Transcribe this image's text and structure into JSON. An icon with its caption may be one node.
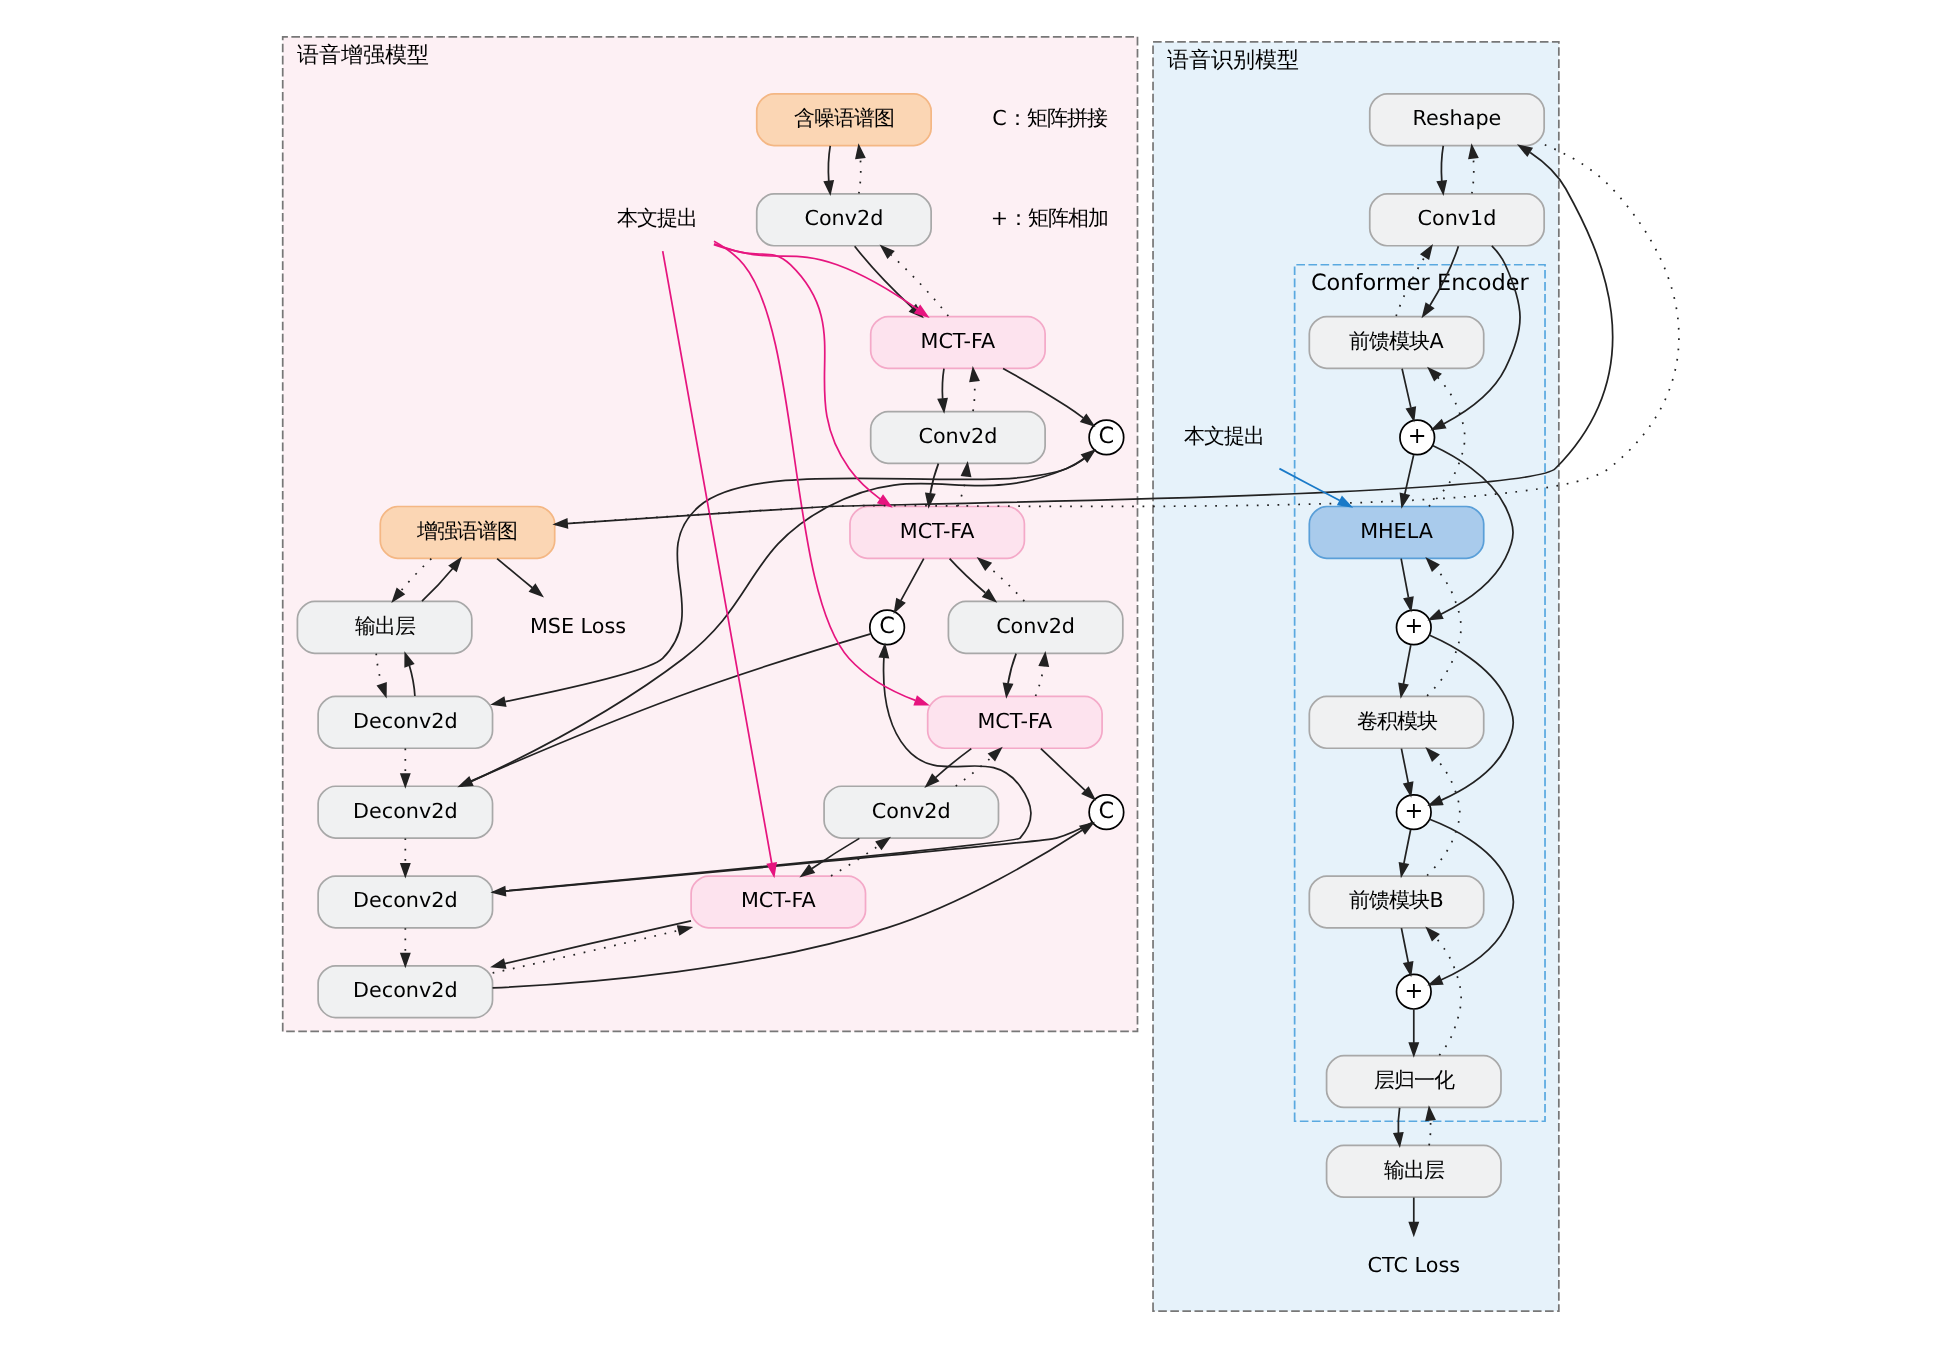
{
  "diagram": {
    "nodes": [
      {
        "text": [
          "语音增强模型"
        ]
      },
      {
        "text": [
          "语音识别模型"
        ]
      },
      {
        "text": [
          "含噪语谱图"
        ],
        "in": 0
      },
      {
        "text": [
          "Conv2d"
        ],
        "in": 0
      },
      {
        "text": [
          "MCT-FA"
        ],
        "in": 0
      },
      {
        "text": [
          "Conv2d"
        ],
        "in": 0
      },
      {
        "text": [
          "MCT-FA"
        ],
        "in": 0
      },
      {
        "text": [
          "Conv2d"
        ],
        "in": 0
      },
      {
        "text": [
          "MCT-FA"
        ],
        "in": 0
      },
      {
        "text": [
          "Conv2d"
        ],
        "in": 0
      },
      {
        "text": [
          "MCT-FA"
        ],
        "in": 0
      },
      {
        "text": [
          "增强语谱图"
        ],
        "in": 0
      },
      {
        "text": [
          "输出层"
        ],
        "in": 0
      },
      {
        "text": [
          "Deconv2d"
        ],
        "in": 0
      },
      {
        "text": [
          "C"
        ],
        "in": 0
      },
      {
        "text": [
          "Deconv2d"
        ],
        "in": 0
      },
      {
        "text": [
          "C"
        ],
        "in": 0
      },
      {
        "text": [
          "Deconv2d"
        ],
        "in": 0
      },
      {
        "text": [
          "C"
        ],
        "in": 0
      },
      {
        "text": [
          "Deconv2d"
        ],
        "in": 0
      },
      {
        "text": [
          "本文提出"
        ],
        "in": 0
      },
      {
        "text": [
          "MSE Loss"
        ],
        "in": 0
      },
      {
        "text": [
          "Reshape"
        ],
        "in": 1
      },
      {
        "text": [
          "Conv1d"
        ],
        "in": 1
      },
      {
        "text": [
          "Conformer Encoder"
        ],
        "in": 1
      },
      {
        "text": [
          "前馈模块A"
        ],
        "in": 24
      },
      {
        "text": [
          "+"
        ],
        "in": 24
      },
      {
        "text": [
          "MHELA"
        ],
        "in": 24
      },
      {
        "text": [
          "+"
        ],
        "in": 24
      },
      {
        "text": [
          "卷积模块"
        ],
        "in": 24
      },
      {
        "text": [
          "+"
        ],
        "in": 24
      },
      {
        "text": [
          "前馈模块B"
        ],
        "in": 24
      },
      {
        "text": [
          "+"
        ],
        "in": 24
      },
      {
        "text": [
          "层归一化"
        ],
        "in": 24
      },
      {
        "text": [
          "输出层"
        ],
        "in": 1
      },
      {
        "text": [
          "CTC Loss"
        ],
        "in": 1
      },
      {
        "text": [
          "本文提出"
        ],
        "in": 1
      }
    ],
    "edges": [
      {
        "from": 2,
        "to": 3,
        "arrow": "to"
      },
      {
        "from": 3,
        "to": 2,
        "arrow": "to",
        "style": "dashed"
      },
      {
        "from": 3,
        "to": 4,
        "arrow": "to"
      },
      {
        "from": 4,
        "to": 3,
        "arrow": "to",
        "style": "dashed"
      },
      {
        "from": 4,
        "to": 5,
        "arrow": "to"
      },
      {
        "from": 5,
        "to": 4,
        "arrow": "to",
        "style": "dashed"
      },
      {
        "from": 5,
        "to": 6,
        "arrow": "to"
      },
      {
        "from": 6,
        "to": 5,
        "arrow": "to",
        "style": "dashed"
      },
      {
        "from": 6,
        "to": 7,
        "arrow": "to"
      },
      {
        "from": 7,
        "to": 6,
        "arrow": "to",
        "style": "dashed"
      },
      {
        "from": 7,
        "to": 8,
        "arrow": "to"
      },
      {
        "from": 8,
        "to": 7,
        "arrow": "to",
        "style": "dashed"
      },
      {
        "from": 8,
        "to": 9,
        "arrow": "to"
      },
      {
        "from": 9,
        "to": 8,
        "arrow": "to",
        "style": "dashed"
      },
      {
        "from": 9,
        "to": 10,
        "arrow": "to"
      },
      {
        "from": 10,
        "to": 9,
        "arrow": "to",
        "style": "dashed"
      },
      {
        "from": 4,
        "to": 14,
        "arrow": "to"
      },
      {
        "from": 6,
        "to": 16,
        "arrow": "to"
      },
      {
        "from": 8,
        "to": 18,
        "arrow": "to"
      },
      {
        "from": 10,
        "to": 19,
        "arrow": "to"
      },
      {
        "from": 19,
        "to": 10,
        "arrow": "to",
        "style": "dashed"
      },
      {
        "from": 19,
        "to": 18,
        "arrow": "to"
      },
      {
        "from": 18,
        "to": 17,
        "arrow": "to"
      },
      {
        "from": 17,
        "to": 16,
        "arrow": "to"
      },
      {
        "from": 16,
        "to": 15,
        "arrow": "to"
      },
      {
        "from": 15,
        "to": 14,
        "arrow": "to"
      },
      {
        "from": 14,
        "to": 13,
        "arrow": "to"
      },
      {
        "from": 13,
        "to": 12,
        "arrow": "to"
      },
      {
        "from": 12,
        "to": 11,
        "arrow": "to"
      },
      {
        "from": 11,
        "to": 12,
        "arrow": "to",
        "style": "dashed"
      },
      {
        "from": 12,
        "to": 13,
        "arrow": "to",
        "style": "dashed"
      },
      {
        "from": 13,
        "to": 15,
        "arrow": "to",
        "style": "dashed"
      },
      {
        "from": 15,
        "to": 17,
        "arrow": "to",
        "style": "dashed"
      },
      {
        "from": 17,
        "to": 19,
        "arrow": "to",
        "style": "dashed"
      },
      {
        "from": 20,
        "to": 4,
        "arrow": "to",
        "color": "#e6157f"
      },
      {
        "from": 20,
        "to": 6,
        "arrow": "to",
        "color": "#e6157f"
      },
      {
        "from": 20,
        "to": 8,
        "arrow": "to",
        "color": "#e6157f"
      },
      {
        "from": 20,
        "to": 10,
        "arrow": "to",
        "color": "#e6157f"
      },
      {
        "from": 11,
        "to": 21,
        "arrow": "to"
      },
      {
        "from": 11,
        "to": 22,
        "arrow": "to"
      },
      {
        "from": 22,
        "to": 11,
        "arrow": "to",
        "style": "dashed"
      },
      {
        "from": 22,
        "to": 23,
        "arrow": "to"
      },
      {
        "from": 23,
        "to": 22,
        "arrow": "to",
        "style": "dashed"
      },
      {
        "from": 23,
        "to": 25,
        "arrow": "to"
      },
      {
        "from": 25,
        "to": 23,
        "arrow": "to",
        "style": "dashed"
      },
      {
        "from": 23,
        "to": 26,
        "arrow": "to"
      },
      {
        "from": 25,
        "to": 26,
        "arrow": "to"
      },
      {
        "from": 26,
        "to": 27,
        "arrow": "to"
      },
      {
        "from": 27,
        "to": 28,
        "arrow": "to"
      },
      {
        "from": 26,
        "to": 28,
        "arrow": "to"
      },
      {
        "from": 28,
        "to": 29,
        "arrow": "to"
      },
      {
        "from": 29,
        "to": 30,
        "arrow": "to"
      },
      {
        "from": 28,
        "to": 30,
        "arrow": "to"
      },
      {
        "from": 30,
        "to": 31,
        "arrow": "to"
      },
      {
        "from": 31,
        "to": 32,
        "arrow": "to"
      },
      {
        "from": 30,
        "to": 32,
        "arrow": "to"
      },
      {
        "from": 32,
        "to": 33,
        "arrow": "to"
      },
      {
        "from": 33,
        "to": 34,
        "arrow": "to"
      },
      {
        "from": 34,
        "to": 35,
        "arrow": "to"
      },
      {
        "from": 27,
        "to": 25,
        "arrow": "to",
        "style": "dashed"
      },
      {
        "from": 29,
        "to": 27,
        "arrow": "to",
        "style": "dashed"
      },
      {
        "from": 31,
        "to": 29,
        "arrow": "to",
        "style": "dashed"
      },
      {
        "from": 33,
        "to": 31,
        "arrow": "to",
        "style": "dashed"
      },
      {
        "from": 34,
        "to": 33,
        "arrow": "to",
        "style": "dashed"
      },
      {
        "from": 36,
        "to": 27,
        "arrow": "to",
        "color": "#1a7ac8"
      }
    ],
    "legend": [
      {
        "text": "C：矩阵拼接"
      },
      {
        "text": "+：矩阵相加"
      }
    ]
  }
}
